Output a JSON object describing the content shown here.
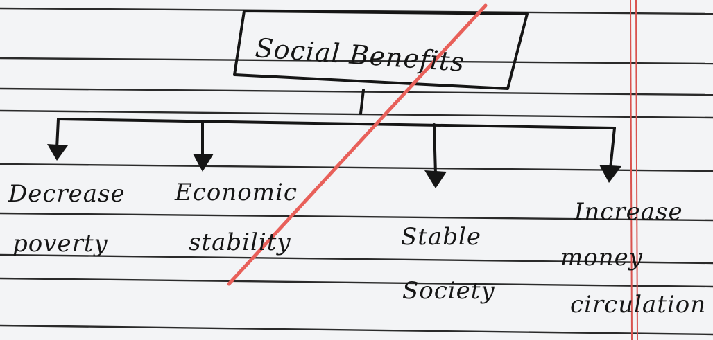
{
  "diagram": {
    "title": "Social Benefits",
    "branches": [
      {
        "lines": [
          "Decrease",
          "poverty"
        ]
      },
      {
        "lines": [
          "Economic",
          "stability"
        ]
      },
      {
        "lines": [
          "Stable",
          "Society"
        ]
      },
      {
        "lines": [
          "Increase",
          "money",
          "circulation"
        ]
      }
    ]
  },
  "colors": {
    "ink": "#151515",
    "ruled_line": "#2a2a2a",
    "margin_line": "#d9534f",
    "strike": "#e8605a",
    "paper": "#f3f4f6"
  }
}
